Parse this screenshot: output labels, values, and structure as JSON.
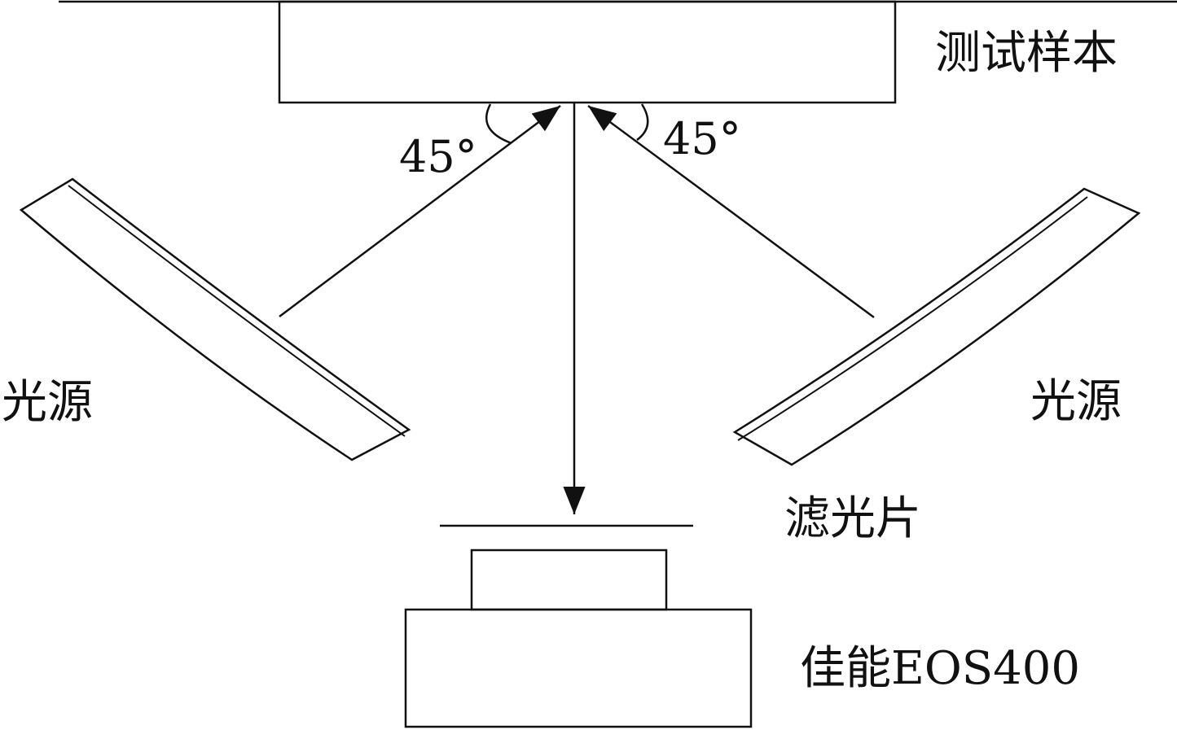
{
  "labels": {
    "sample": "测试样本",
    "light_source_left": "光源",
    "light_source_right": "光源",
    "filter": "滤光片",
    "camera": "佳能EOS400",
    "angle_left": "45°",
    "angle_right": "45°"
  },
  "colors": {
    "line": "#111111",
    "background": "#ffffff"
  }
}
